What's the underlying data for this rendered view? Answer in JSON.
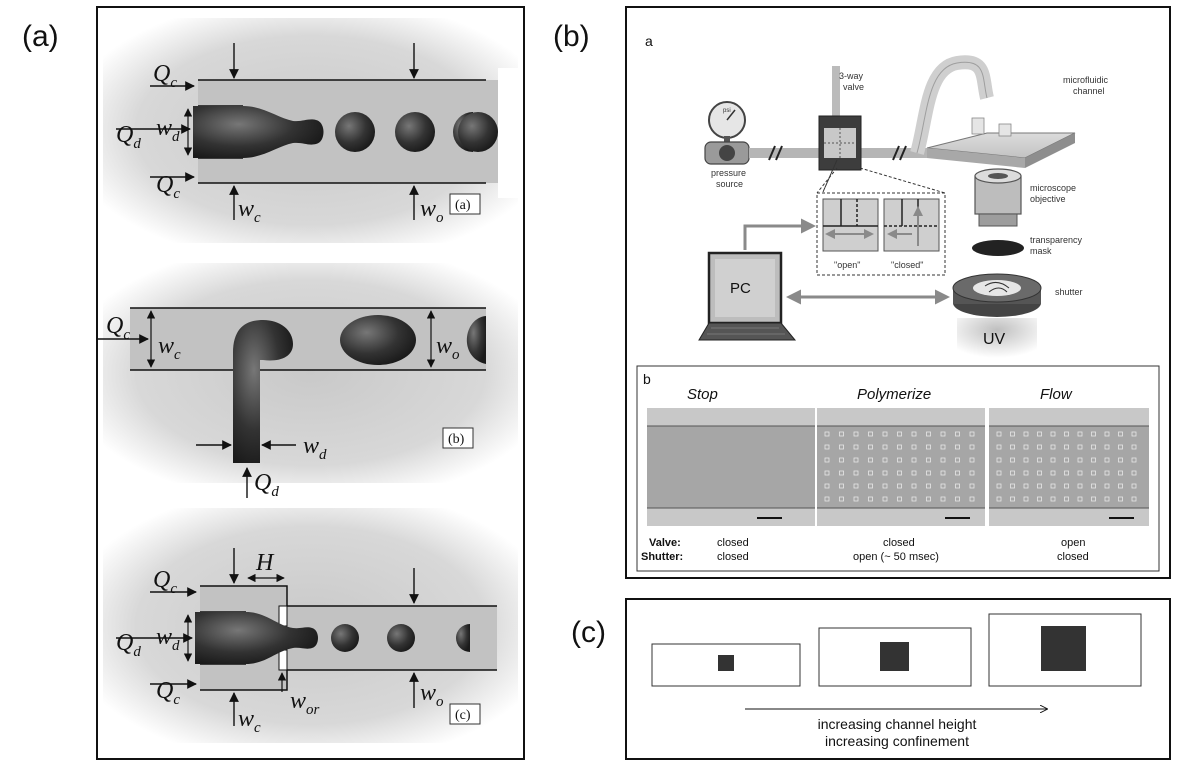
{
  "labels": {
    "a": "(a)",
    "b": "(b)",
    "c": "(c)"
  },
  "panel_a": {
    "qc": "Q",
    "qc_sub": "c",
    "qd": "Q",
    "qd_sub": "d",
    "wd": "w",
    "wd_sub": "d",
    "wc": "w",
    "wc_sub": "c",
    "wo": "w",
    "wo_sub": "o",
    "wor": "w",
    "wor_sub": "or",
    "h": "H",
    "tag_a": "(a)",
    "tag_b": "(b)",
    "tag_c": "(c)"
  },
  "panel_b": {
    "sub_a": "a",
    "sub_b": "b",
    "valve_label_1": "3-way",
    "valve_label_2": "valve",
    "pressure_1": "pressure",
    "pressure_2": "source",
    "gauge": "psi",
    "channel_1": "microfluidic",
    "channel_2": "channel",
    "objective_1": "microscope",
    "objective_2": "objective",
    "mask_1": "transparency",
    "mask_2": "mask",
    "shutter": "shutter",
    "uv": "UV",
    "pc": "PC",
    "open": "\"open\"",
    "closed": "\"closed\"",
    "col_stop": "Stop",
    "col_poly": "Polymerize",
    "col_flow": "Flow",
    "row_valve": "Valve:",
    "row_shutter": "Shutter:",
    "stop_valve": "closed",
    "stop_shutter": "closed",
    "poly_valve": "closed",
    "poly_shutter": "open (~ 50 msec)",
    "flow_valve": "open",
    "flow_shutter": "closed"
  },
  "panel_c": {
    "caption_1": "increasing channel height",
    "caption_2": "increasing confinement"
  }
}
